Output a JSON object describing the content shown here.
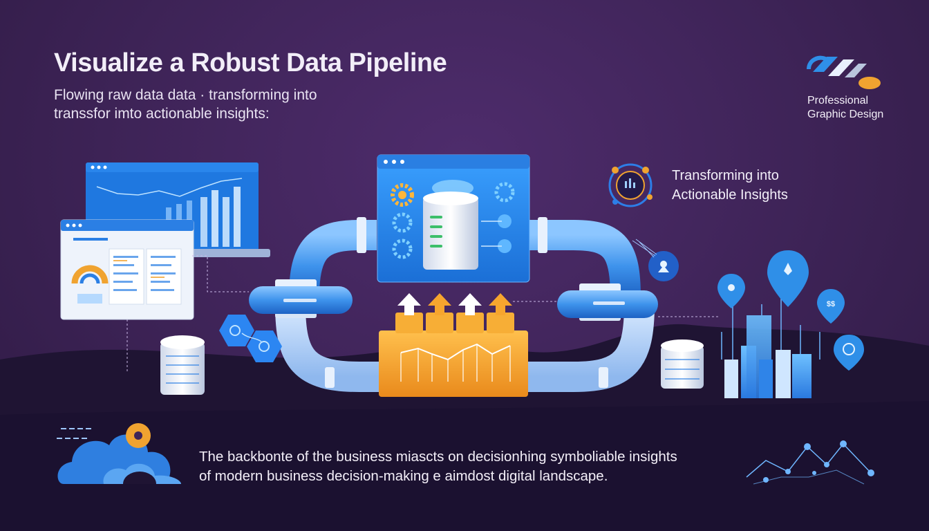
{
  "header": {
    "title": "Visualize a Robust Data Pipeline",
    "subtitle_line1": "Flowing raw data data · transforming into",
    "subtitle_line2": "transsfor imto actionable insights:"
  },
  "brand": {
    "line1": "Professional",
    "line2": "Graphic Design"
  },
  "side_note": {
    "line1": "Transforming into",
    "line2": "Actionable Insights"
  },
  "footer": {
    "line1": "The backbonte of the business miascts on decisionhing symboliable insights",
    "line2": "of modern business decision-making e aimdost digital landscape."
  },
  "colors": {
    "background": "#3e2458",
    "accent_blue": "#2f8fe8",
    "accent_orange": "#f0a330",
    "hill": "#1f1433"
  }
}
